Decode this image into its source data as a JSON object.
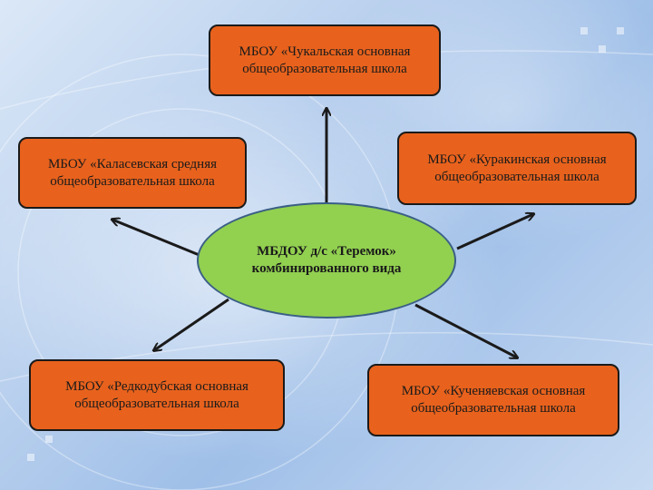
{
  "center": {
    "title": "МБДОУ д/с «Теремок» комбинированного вида"
  },
  "schools": [
    {
      "id": "top",
      "label": "МБОУ  «Чукальская основная общеобразовательная школа"
    },
    {
      "id": "left-top",
      "label": "МБОУ  «Каласевская средняя общеобразовательная школа"
    },
    {
      "id": "right-top",
      "label": "МБОУ  «Куракинская основная общеобразовательная школа"
    },
    {
      "id": "left-bottom",
      "label": "МБОУ  «Редкодубская основная общеобразовательная школа"
    },
    {
      "id": "right-bottom",
      "label": "МБОУ  «Кученяевская основная общеобразовательная школа"
    }
  ],
  "colors": {
    "box_fill": "#e8621d",
    "center_fill": "#92d050",
    "arrow": "#1a1a1a"
  }
}
